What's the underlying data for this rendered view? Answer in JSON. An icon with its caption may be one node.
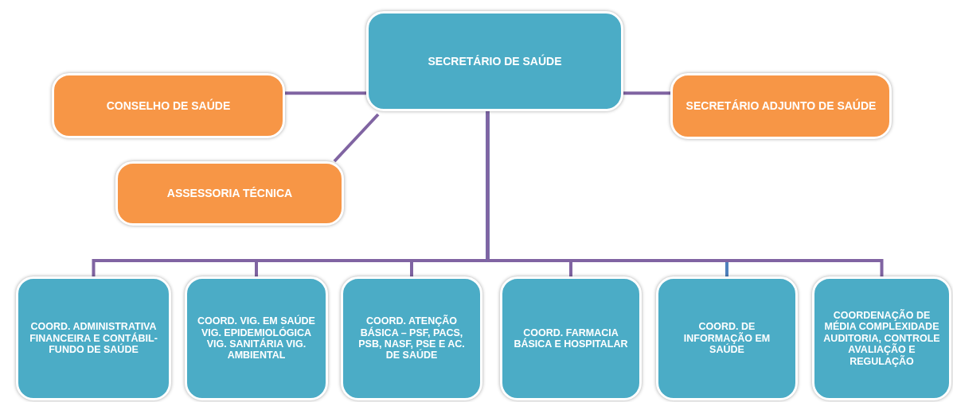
{
  "diagram": {
    "nodes": [
      {
        "text": [
          "SECRETÁRIO DE SAÚDE"
        ]
      },
      {
        "text": [
          "CONSELHO DE SAÚDE"
        ]
      },
      {
        "text": [
          "SECRETÁRIO ADJUNTO DE SAÚDE"
        ]
      },
      {
        "text": [
          "ASSESSORIA TÉCNICA"
        ]
      },
      {
        "text": [
          "COORD. ADMINISTRATIVA FINANCEIRA E CONTÁBIL- FUNDO DE SAÚDE"
        ]
      },
      {
        "text": [
          "COORD. VIG. EM SAÚDE VIG. EPIDEMIOLÓGICA VIG. SANITÁRIA VIG. AMBIENTAL"
        ]
      },
      {
        "text": [
          "COORD. ATENÇÃO BÁSICA – PSF, PACS, PSB, NASF, PSE E AC. DE SAÚDE"
        ]
      },
      {
        "text": [
          "COORD. FARMACIA BÁSICA E HOSPITALAR"
        ]
      },
      {
        "text": [
          "COORD. DE INFORMAÇÃO EM SAÚDE"
        ]
      },
      {
        "text": [
          "COORDENAÇÃO DE MÉDIA COMPLEXIDADE AUDITORIA, CONTROLE AVALIAÇÃO E REGULAÇÃO"
        ]
      }
    ],
    "edges": [
      {
        "from": 0,
        "to": 1,
        "arrow": "none"
      },
      {
        "from": 0,
        "to": 2,
        "arrow": "none"
      },
      {
        "from": 0,
        "to": 3,
        "arrow": "none"
      },
      {
        "from": 0,
        "to": 4,
        "arrow": "none"
      },
      {
        "from": 0,
        "to": 5,
        "arrow": "none"
      },
      {
        "from": 0,
        "to": 6,
        "arrow": "none"
      },
      {
        "from": 0,
        "to": 7,
        "arrow": "none"
      },
      {
        "from": 0,
        "to": 8,
        "arrow": "none",
        "color": "#4f81bd"
      },
      {
        "from": 0,
        "to": 9,
        "arrow": "none"
      }
    ]
  }
}
